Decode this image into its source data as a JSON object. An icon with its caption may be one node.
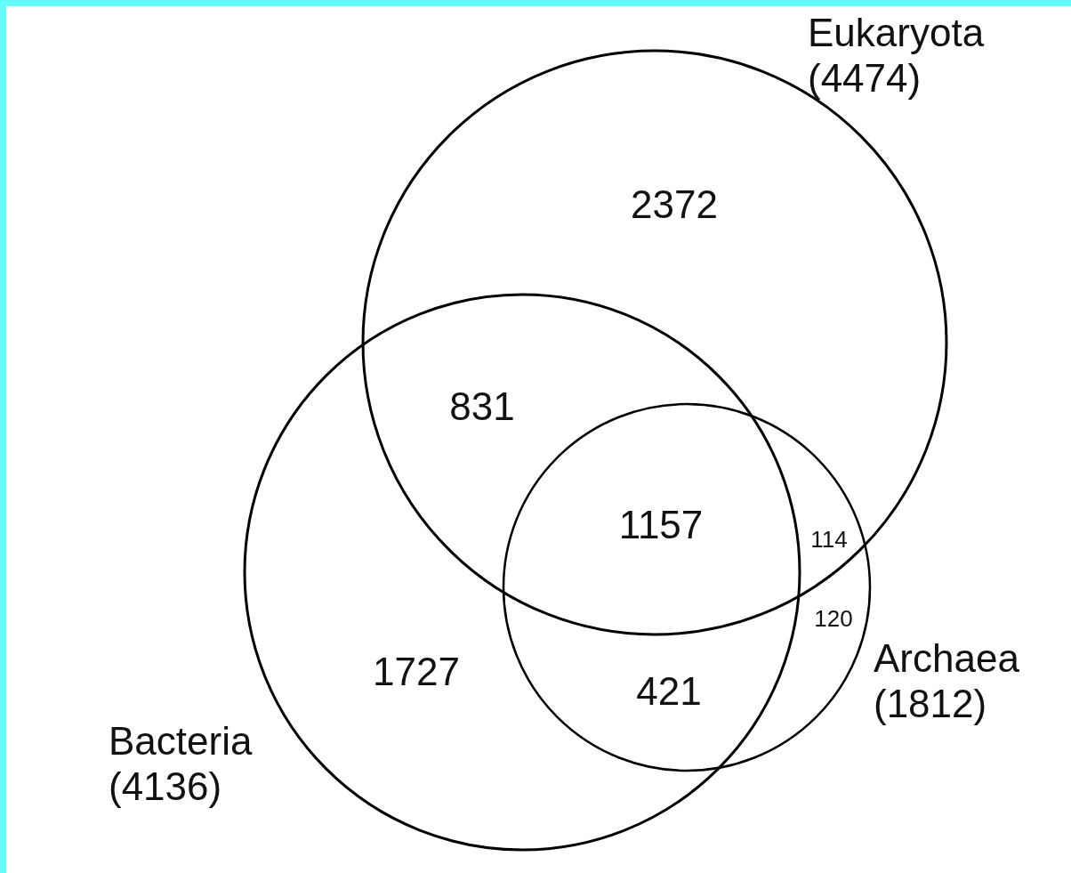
{
  "diagram": {
    "nodes": [
      {
        "text": [
          "Eukaryota (4474)"
        ]
      },
      {
        "text": [
          "Bacteria (4136)"
        ]
      },
      {
        "text": [
          "Archaea (1812)"
        ]
      }
    ],
    "labels": [
      "2372",
      "831",
      "1157",
      "114",
      "120",
      "1727",
      "421"
    ]
  }
}
